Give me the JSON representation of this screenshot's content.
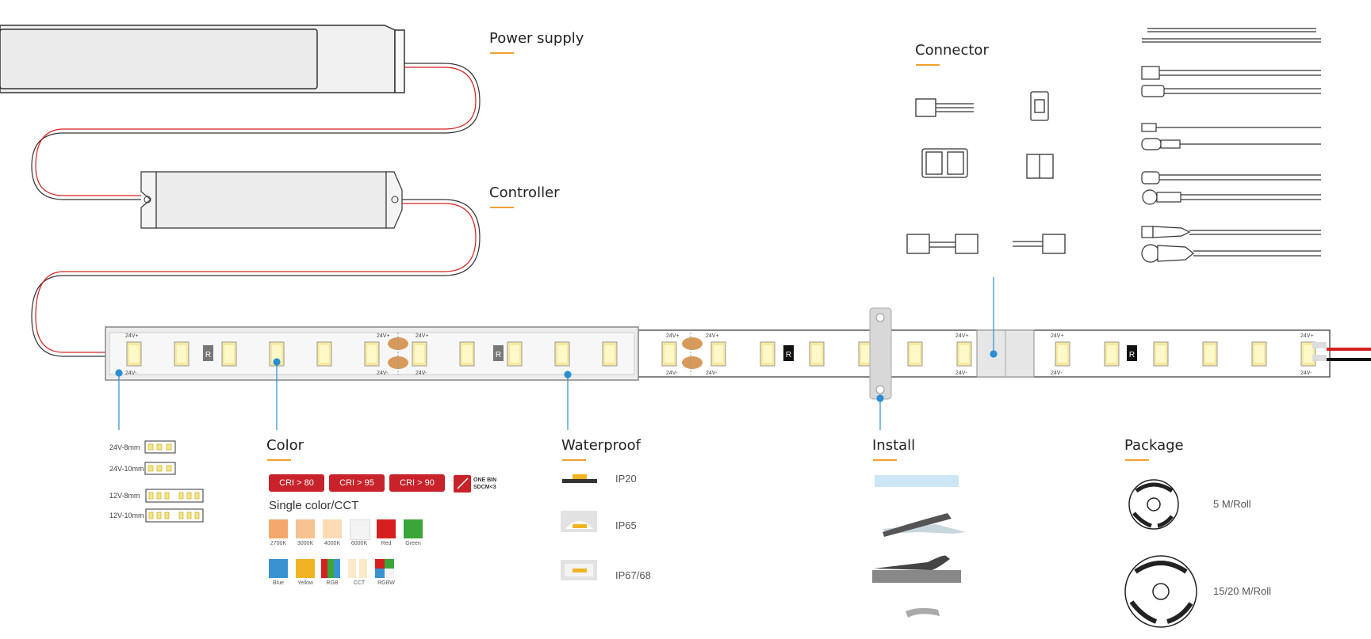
{
  "labels": {
    "power_supply": "Power supply",
    "controller": "Controller",
    "connector": "Connector",
    "color": "Color",
    "waterproof": "Waterproof",
    "install": "Install",
    "package": "Package"
  },
  "strip_marks": {
    "plus": "24V+",
    "minus": "24V-",
    "resistor": "R"
  },
  "widths": [
    {
      "label": "24V-8mm"
    },
    {
      "label": "24V-10mm"
    },
    {
      "label": "12V-8mm"
    },
    {
      "label": "12V-10mm"
    }
  ],
  "cri": [
    "CRI > 80",
    "CRI > 95",
    "CRI > 90"
  ],
  "one_bin": {
    "line1": "ONE BIN",
    "line2": "SDCM<3"
  },
  "single_color_title": "Single color/CCT",
  "swatches_row1": [
    {
      "label": "2700K",
      "color": "#f2a96b"
    },
    {
      "label": "3000K",
      "color": "#f6c291"
    },
    {
      "label": "4000K",
      "color": "#fbdcb4"
    },
    {
      "label": "6000K",
      "color": "#f4f4f4"
    },
    {
      "label": "Red",
      "color": "#d62020"
    },
    {
      "label": "Green",
      "color": "#3aa63a"
    }
  ],
  "swatches_row2": [
    {
      "label": "Blue",
      "color": "#3a93d0"
    },
    {
      "label": "Yellow",
      "color": "#f0b422"
    },
    {
      "label": "RGB",
      "color": "#888888"
    },
    {
      "label": "CCT",
      "color": "#fbe9c8"
    },
    {
      "label": "RGBW",
      "color": "#888888"
    }
  ],
  "ip": [
    "IP20",
    "IP65",
    "IP67/68"
  ],
  "package": [
    "5 M/Roll",
    "15/20 M/Roll"
  ],
  "colors": {
    "accent": "#f0a030",
    "red": "#c8222a",
    "callout": "#2a8fd0",
    "led": "#f7e9a0"
  }
}
